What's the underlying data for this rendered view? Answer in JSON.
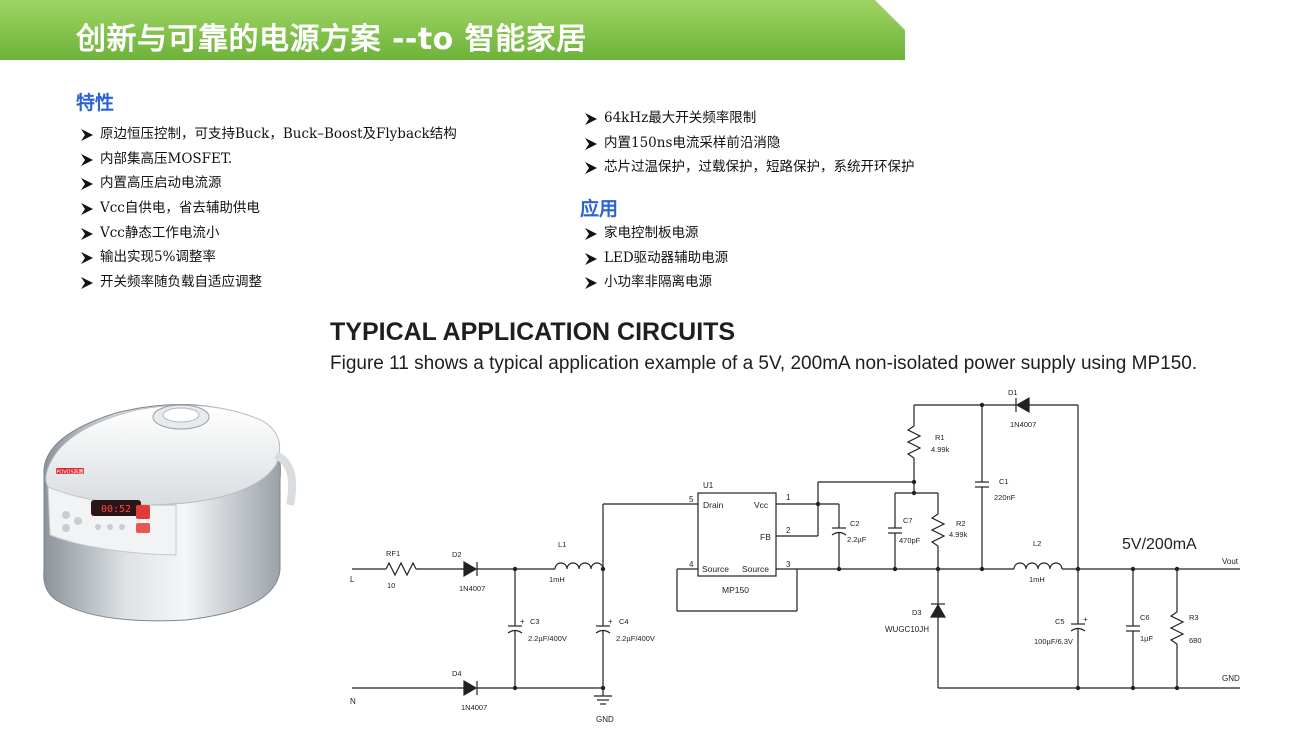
{
  "banner": {
    "title": "创新与可靠的电源方案 --to 智能家居"
  },
  "features": {
    "title": "特性",
    "items": [
      "原边恒压控制，可支持Buck，Buck–Boost及Flyback结构",
      "内部集高压MOSFET.",
      "内置高压启动电流源",
      "Vcc自供电，省去辅助供电",
      "Vcc静态工作电流小",
      "输出实现5%调整率",
      "开关频率随负载自适应调整",
      "64kHz最大开关频率限制",
      "内置150ns电流采样前沿消隐",
      "芯片过温保护，过载保护，短路保护，系统开环保护"
    ]
  },
  "applications": {
    "title": "应用",
    "items": [
      "家电控制板电源",
      "LED驱动器辅助电源",
      "小功率非隔离电源"
    ]
  },
  "typical": {
    "title": "TYPICAL APPLICATION CIRCUITS",
    "description": "Figure 11 shows a typical application example of a 5V, 200mA non-isolated power supply using MP150."
  },
  "product_image": {
    "brand": "POVOS奔腾",
    "display": "00:52"
  },
  "schematic": {
    "output_rating": "5V/200mA",
    "nets": {
      "line": "L",
      "neutral": "N",
      "vout": "Vout",
      "gnd": "GND",
      "gnd_symbol": "GND"
    },
    "ic": {
      "ref": "U1",
      "part": "MP150",
      "pins": {
        "drain": "Drain",
        "vcc": "Vcc",
        "fb": "FB",
        "source_left": "Source",
        "source_right": "Source"
      },
      "pin_numbers": {
        "p1": "1",
        "p2": "2",
        "p3": "3",
        "p4": "4",
        "p5": "5"
      }
    },
    "rf1": {
      "ref": "RF1",
      "value": "10"
    },
    "d2": {
      "ref": "D2",
      "value": "1N4007"
    },
    "d4": {
      "ref": "D4",
      "value": "1N4007"
    },
    "d1": {
      "ref": "D1",
      "value": "1N4007"
    },
    "d3": {
      "ref": "D3",
      "value": "WUGC10JH"
    },
    "l1": {
      "ref": "L1",
      "value": "1mH"
    },
    "l2": {
      "ref": "L2",
      "value": "1mH"
    },
    "c3": {
      "ref": "C3",
      "value": "2.2µF/400V"
    },
    "c4": {
      "ref": "C4",
      "value": "2.2µF/400V"
    },
    "c2": {
      "ref": "C2",
      "value": "2.2µF"
    },
    "c7": {
      "ref": "C7",
      "value": "470pF"
    },
    "c1": {
      "ref": "C1",
      "value": "220nF"
    },
    "c5": {
      "ref": "C5",
      "value": "100µF/6.3V"
    },
    "c6": {
      "ref": "C6",
      "value": "1µF"
    },
    "r1": {
      "ref": "R1",
      "value": "4.99k"
    },
    "r2": {
      "ref": "R2",
      "value": "4.99k"
    },
    "r3": {
      "ref": "R3",
      "value": "680"
    }
  },
  "colors": {
    "banner_green": "#7dc242",
    "heading_blue": "#2b63d6"
  }
}
